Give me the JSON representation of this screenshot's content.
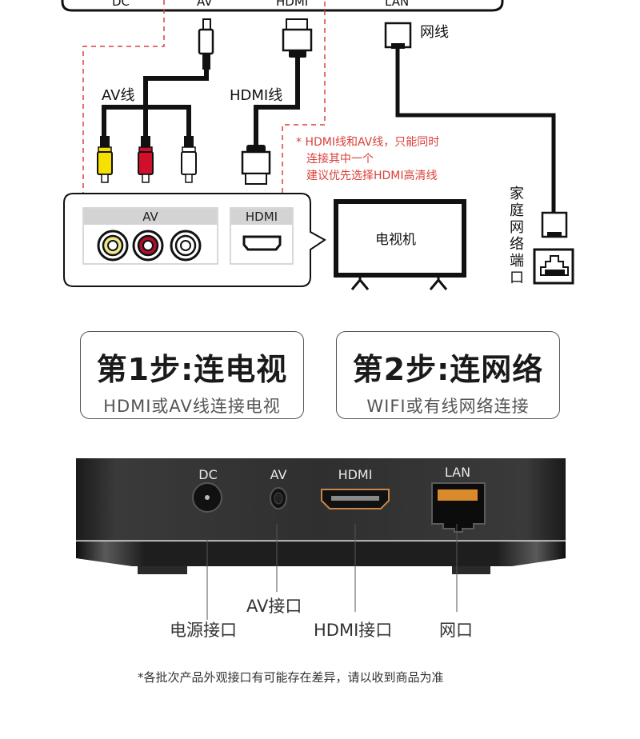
{
  "diagram": {
    "top_ports": [
      "DC",
      "AV",
      "HDMI",
      "LAN"
    ],
    "cable_labels": {
      "av": "AV线",
      "hdmi": "HDMI线",
      "lan": "网线"
    },
    "note_lines": [
      "* HDMI线和AV线，只能同时",
      "连接其中一个",
      "建议优先选择HDMI高清线"
    ],
    "tv_panel": {
      "av_title": "AV",
      "hdmi_title": "HDMI",
      "av_jack_colors": [
        "#f3e600",
        "#c8102e",
        "#ffffff"
      ]
    },
    "tv_label": "电视机",
    "home_port_label": [
      "家",
      "庭",
      "网",
      "络",
      "端",
      "口"
    ],
    "colors": {
      "note_red": "#d9403a",
      "cable_black": "#111111",
      "yellow_plug": "#f5e000",
      "red_plug": "#d0102a"
    }
  },
  "steps": [
    {
      "title": "第1步:连电视",
      "subtitle": "HDMI或AV线连接电视"
    },
    {
      "title": "第2步:连网络",
      "subtitle": "WIFI或有线网络连接"
    }
  ],
  "device": {
    "port_labels": [
      "DC",
      "AV",
      "HDMI",
      "LAN"
    ],
    "callouts": [
      "电源接口",
      "AV接口",
      "HDMI接口",
      "网口"
    ],
    "colors": {
      "body": "#2c2c2c",
      "pins": "#e0902a"
    }
  },
  "footnote": "*各批次产品外观接口有可能存在差异，请以收到商品为准"
}
